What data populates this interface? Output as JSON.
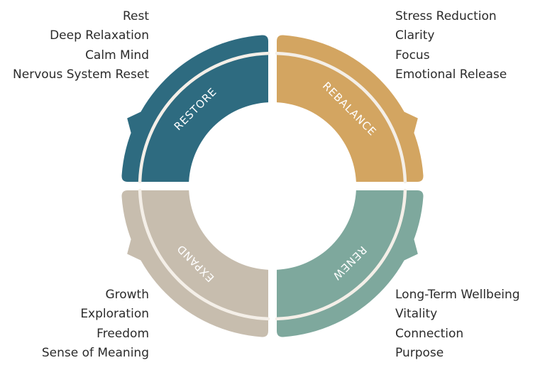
{
  "quadrants": [
    {
      "key": "restore",
      "title": "RESTORE",
      "color": "#2e6b80",
      "items": [
        "Rest",
        "Deep Relaxation",
        "Calm Mind",
        "Nervous System Reset"
      ]
    },
    {
      "key": "rebalance",
      "title": "REBALANCE",
      "color": "#d3a561",
      "items": [
        "Stress Reduction",
        "Clarity",
        "Focus",
        "Emotional Release"
      ]
    },
    {
      "key": "renew",
      "title": "RENEW",
      "color": "#7ea89d",
      "items": [
        "Long-Term Wellbeing",
        "Vitality",
        "Connection",
        "Purpose"
      ]
    },
    {
      "key": "expand",
      "title": "EXPAND",
      "color": "#c7bdae",
      "items": [
        "Growth",
        "Exploration",
        "Freedom",
        "Sense of Meaning"
      ]
    }
  ],
  "ring_color": "#f4efe8"
}
